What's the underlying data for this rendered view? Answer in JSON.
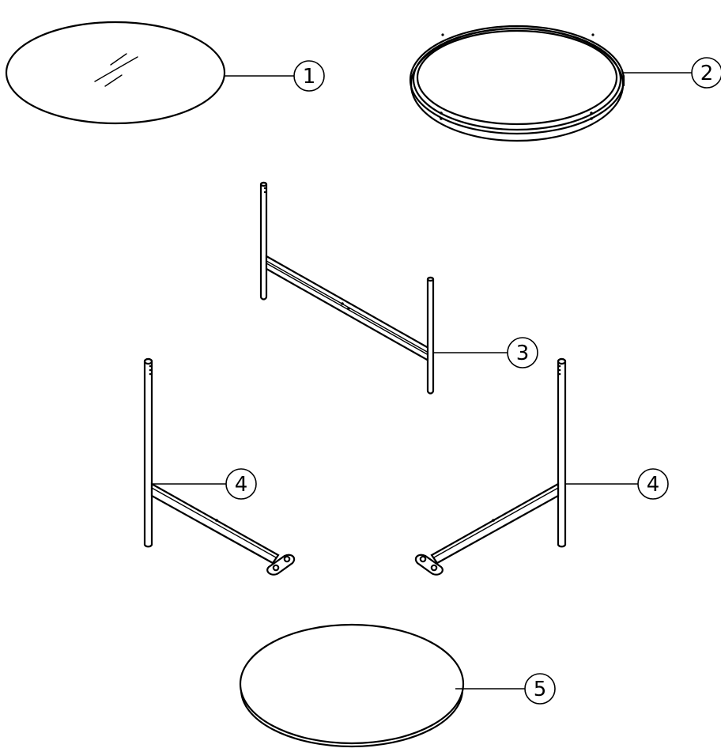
{
  "diagram": {
    "parts": [
      {
        "id": "glass-top",
        "number": "1"
      },
      {
        "id": "top-ring-frame",
        "number": "2"
      },
      {
        "id": "center-frame",
        "number": "3"
      },
      {
        "id": "side-frame-left",
        "number": "4"
      },
      {
        "id": "side-frame-right",
        "number": "4"
      },
      {
        "id": "bottom-shelf",
        "number": "5"
      }
    ],
    "colors": {
      "line": "#000000",
      "background": "#ffffff"
    }
  }
}
